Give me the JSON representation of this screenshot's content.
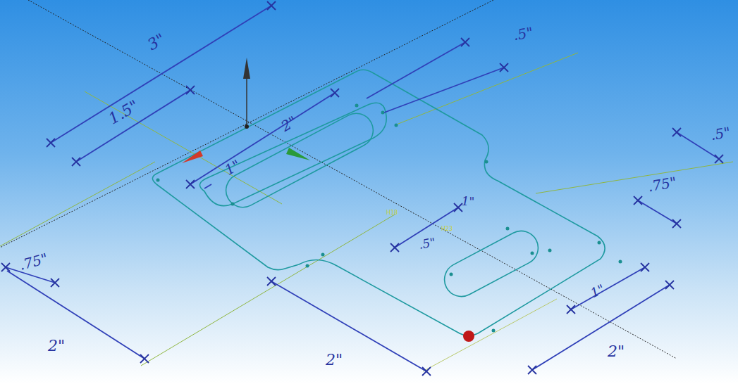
{
  "diagram": {
    "labels": [
      "3\"",
      ".5\"",
      "1.5\"",
      "2\"",
      ".5\"",
      "1\"",
      ".75\"",
      "1\"",
      "H18",
      ".5\"",
      "H23",
      ".75\"",
      "1\"",
      "2\"",
      "2\"",
      "2\""
    ]
  }
}
